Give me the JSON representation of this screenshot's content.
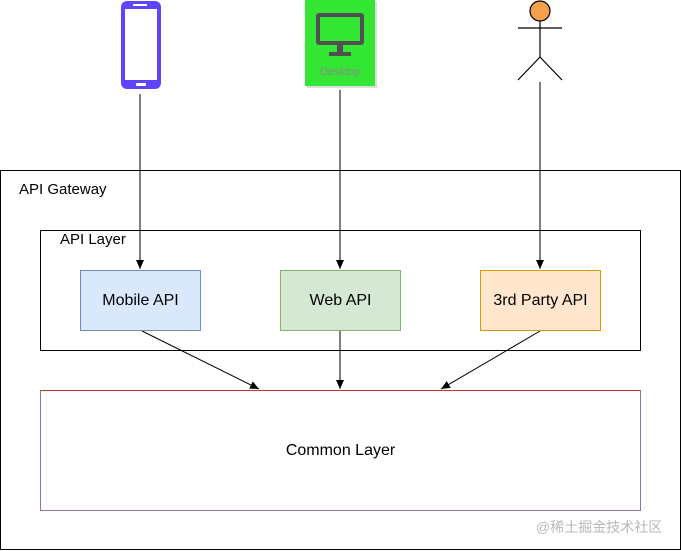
{
  "desktop_label": "Desktop",
  "gateway_title": "API Gateway",
  "api_layer_title": "API Layer",
  "boxes": {
    "mobile": "Mobile API",
    "web": "Web API",
    "third_party": "3rd Party API",
    "common": "Common Layer"
  },
  "watermark": "@稀土掘金技术社区",
  "colors": {
    "mobile_fill": "#dae8fc",
    "mobile_border": "#6c8ebf",
    "web_fill": "#d5e8d4",
    "web_border": "#82b366",
    "third_fill": "#ffe6cc",
    "third_border": "#d79b00",
    "phone_color": "#5f44ff",
    "desktop_fill": "#33e633",
    "actor_head": "#f5a04a",
    "common_border": "#9673a6"
  }
}
